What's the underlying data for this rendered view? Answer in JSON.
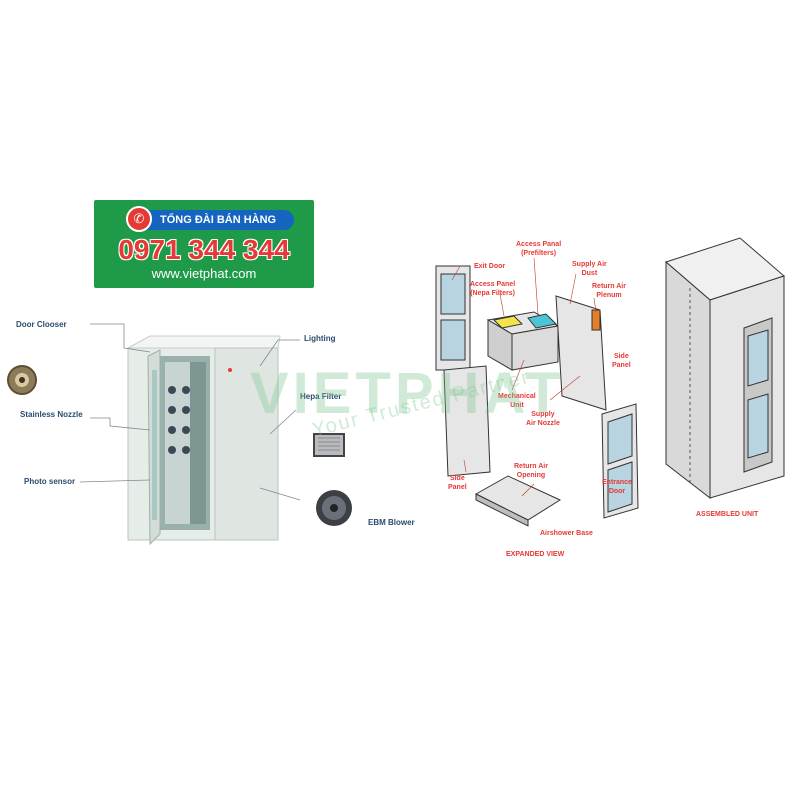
{
  "banner": {
    "title": "TỔNG ĐÀI BÁN HÀNG",
    "phone": "0971 344 344",
    "website": "www.vietphat.com",
    "icon": "phone-icon",
    "colors": {
      "background": "#1f9a48",
      "pill": "#1565c0",
      "phone_number": "#e53935"
    }
  },
  "watermark": {
    "brand": "VIETPHAT",
    "tagline": "Your Trusted Partner"
  },
  "left_labels": {
    "door_closer": "Door Clooser",
    "stainless_nozzle": "Stainless Nozzle",
    "photo_sensor": "Photo sensor",
    "lighting": "Lighting",
    "hepa_filter": "Hepa Filter",
    "ebm_blower": "EBM Blower"
  },
  "expanded": {
    "caption": "EXPANDED VIEW",
    "labels": {
      "exit_door": "Exit Door",
      "access_panel_prefilters": [
        "Access Panal",
        "(Prefilters)"
      ],
      "access_panel_nepa": [
        "Access Panel",
        "(Nepa Filters)"
      ],
      "supply_air_dust": [
        "Supply Air",
        "Dust"
      ],
      "return_air_plenum": [
        "Return Air",
        "Plenum"
      ],
      "side_panel_right": [
        "Side",
        "Panel"
      ],
      "mechanical_unit": [
        "Mechanical",
        "Unit"
      ],
      "supply_air_nozzle": [
        "Supply",
        "Air Nozzle"
      ],
      "side_panel_left": [
        "Side",
        "Panel"
      ],
      "return_air_opening": [
        "Return Air",
        "Opening"
      ],
      "airshower_base": "Airshower Base",
      "entrance_door": [
        "Entrance",
        "Door"
      ]
    }
  },
  "assembled": {
    "caption": "ASSEMBLED UNIT"
  }
}
